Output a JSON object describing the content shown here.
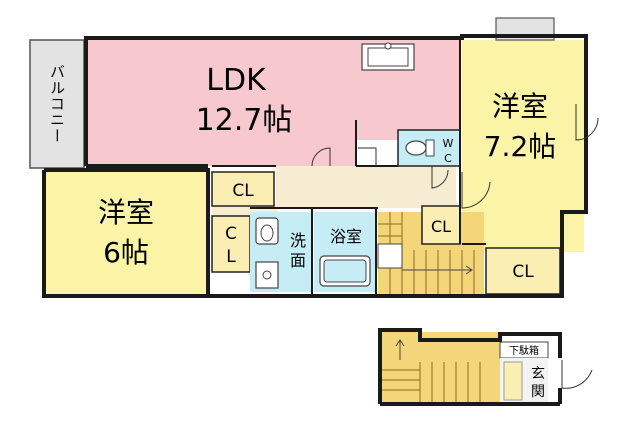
{
  "rooms": {
    "ldk": {
      "name": "LDK",
      "size": "12.7帖"
    },
    "western_7": {
      "name": "洋室",
      "size": "7.2帖"
    },
    "western_6": {
      "name": "洋室",
      "size": "6帖"
    },
    "balcony": {
      "label": "バルコニー"
    },
    "wc": {
      "label_w": "W",
      "label_c": "C"
    },
    "closet_a": {
      "label": "CL"
    },
    "closet_b": {
      "label_c": "C",
      "label_l": "L"
    },
    "closet_c": {
      "label": "CL"
    },
    "closet_d": {
      "label": "CL"
    },
    "washroom": {
      "label_1": "洗",
      "label_2": "面"
    },
    "bath": {
      "label": "浴室"
    },
    "shoe_box": {
      "label": "下駄箱"
    },
    "entrance": {
      "label_1": "玄",
      "label_2": "関"
    }
  },
  "colors": {
    "ldk": "#f7c8cd",
    "western": "#fbf4a6",
    "closet": "#fbeeb3",
    "balcony": "#e2e2e2",
    "stairs": "#f4d57a",
    "wet_area": "#c6ecf6",
    "hall": "#f6ecd2",
    "wall": "#1a1a1a"
  }
}
